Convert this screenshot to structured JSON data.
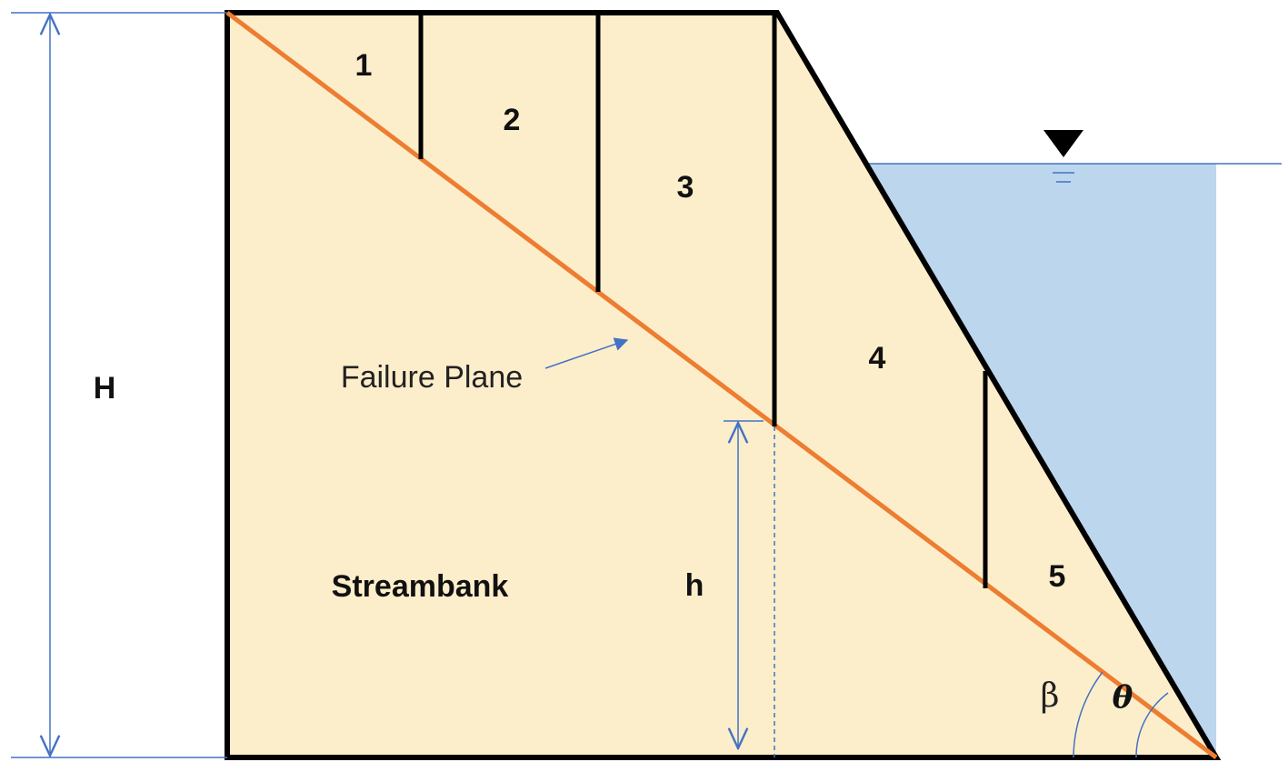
{
  "colors": {
    "soil": "#fdeecb",
    "water": "#bcd6ee",
    "outline": "#000000",
    "failure_plane": "#ed7d31",
    "dimension": "#4472c4"
  },
  "labels": {
    "slices": [
      "1",
      "2",
      "3",
      "4",
      "5"
    ],
    "total_height": "H",
    "crack_height": "h",
    "failure_plane": "Failure Plane",
    "streambank": "Streambank",
    "beta": "β",
    "theta": "θ"
  },
  "icons": {
    "water_level": "water-level-triangle-icon"
  }
}
